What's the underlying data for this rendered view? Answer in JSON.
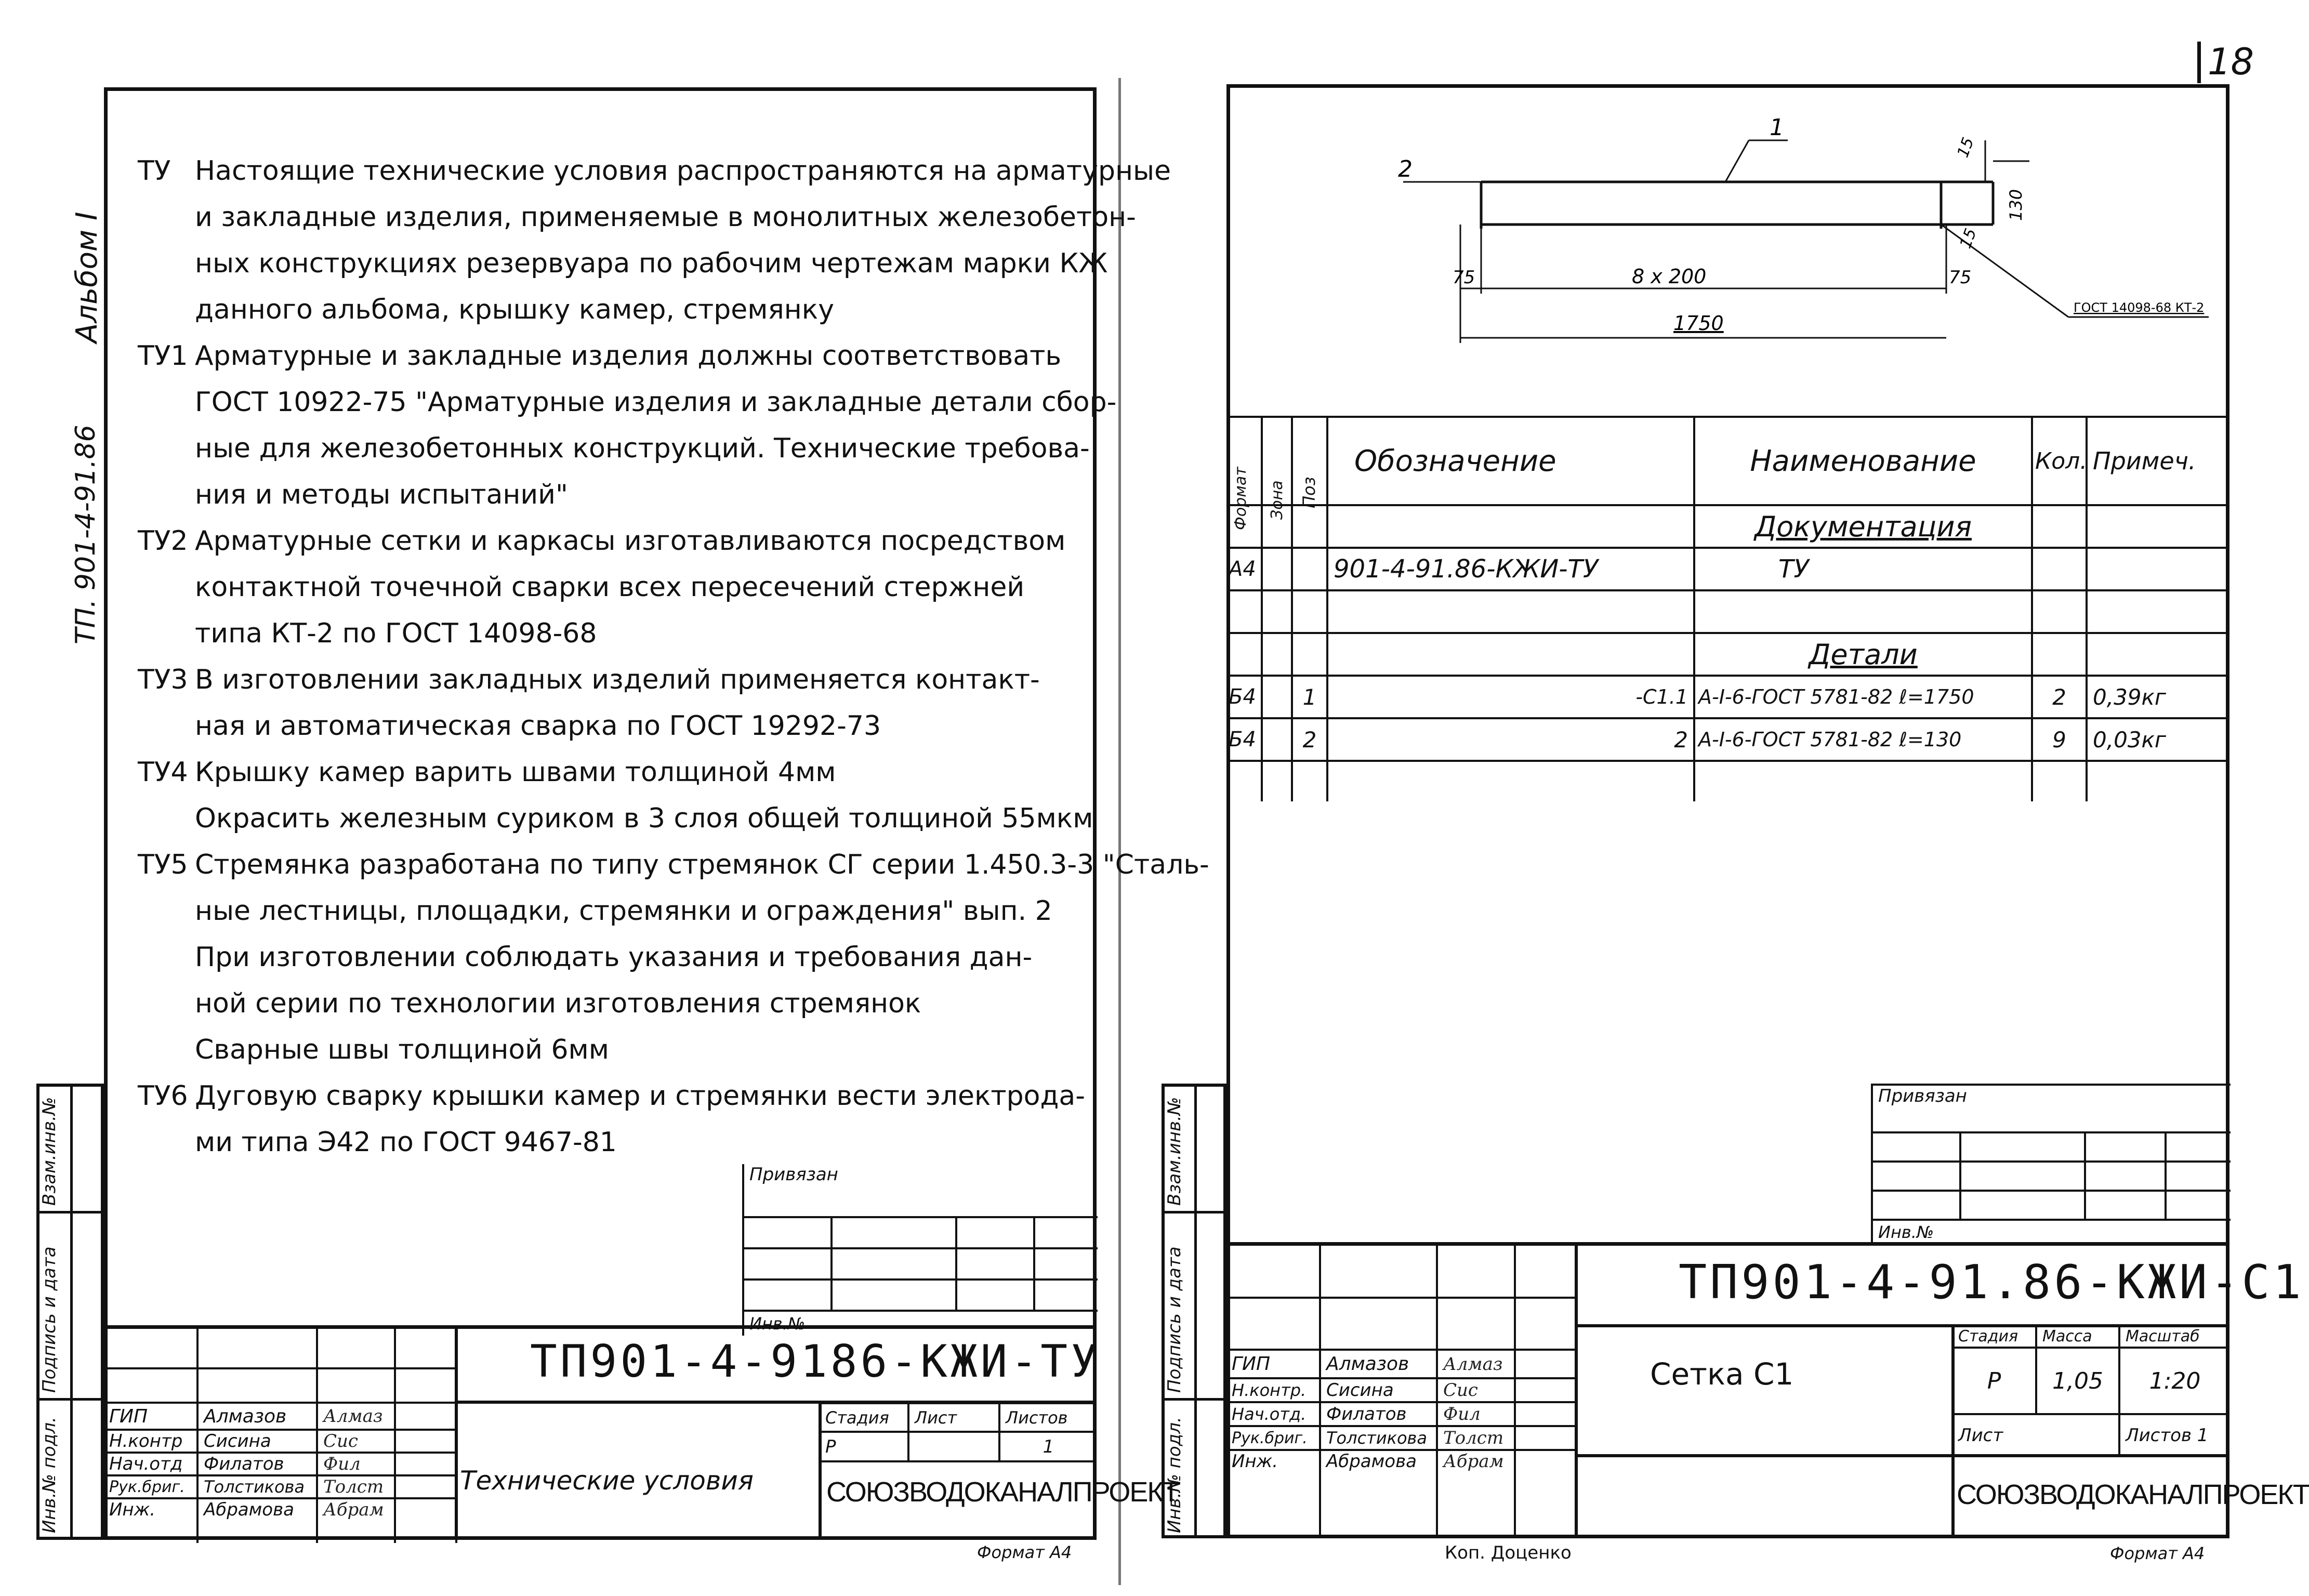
{
  "page_number": "18",
  "left_sheet": {
    "side_label": {
      "album": "Альбом I",
      "code": "ТП. 901-4-91.86"
    },
    "stamp_side": [
      "Инв.№ подл.",
      "Подпись и дата",
      "Взам.инв.№"
    ],
    "tu": [
      {
        "code": "ТУ",
        "text": "Настоящие технические условия распространяются на арматурные"
      },
      {
        "code": "",
        "text": "и закладные изделия, применяемые в монолитных железобетон-"
      },
      {
        "code": "",
        "text": "ных конструкциях резервуара по рабочим чертежам марки КЖ"
      },
      {
        "code": "",
        "text": "данного альбома, крышку камер, стремянку"
      },
      {
        "code": "ТУ1",
        "text": "Арматурные и закладные изделия должны соответствовать"
      },
      {
        "code": "",
        "text": "ГОСТ 10922-75 \"Арматурные изделия и закладные детали сбор-"
      },
      {
        "code": "",
        "text": "ные для железобетонных конструкций. Технические требова-"
      },
      {
        "code": "",
        "text": "ния и методы испытаний\""
      },
      {
        "code": "ТУ2",
        "text": "Арматурные сетки и каркасы изготавливаются посредством"
      },
      {
        "code": "",
        "text": "контактной точечной сварки всех пересечений стержней"
      },
      {
        "code": "",
        "text": "типа КТ-2 по ГОСТ 14098-68"
      },
      {
        "code": "ТУ3",
        "text": "В изготовлении закладных изделий применяется контакт-"
      },
      {
        "code": "",
        "text": "ная и автоматическая сварка по ГОСТ 19292-73"
      },
      {
        "code": "ТУ4",
        "text": "Крышку камер варить швами толщиной 4мм"
      },
      {
        "code": "",
        "text": "Окрасить железным суриком в 3 слоя общей толщиной 55мкм"
      },
      {
        "code": "ТУ5",
        "text": "Стремянка разработана по типу стремянок СГ серии 1.450.3-3 \"Сталь-"
      },
      {
        "code": "",
        "text": "ные лестницы, площадки, стремянки и ограждения\" вып. 2"
      },
      {
        "code": "",
        "text": "При изготовлении соблюдать указания и требования дан-"
      },
      {
        "code": "",
        "text": "ной серии по технологии изготовления стремянок"
      },
      {
        "code": "",
        "text": "Сварные швы толщиной 6мм"
      },
      {
        "code": "ТУ6",
        "text": "Дуговую сварку крышки камер и стремянки вести электрода-"
      },
      {
        "code": "",
        "text": "ми типа Э42 по ГОСТ 9467-81"
      }
    ],
    "privyazan": "Привязан",
    "inv": "Инв.№",
    "title_block": {
      "doc_code": "ТП901-4-9186-КЖИ-ТУ",
      "name": "Технические условия",
      "stage_label": "Стадия",
      "sheet_label": "Лист",
      "sheets_label": "Листов",
      "stage": "Р",
      "sheets": "1",
      "org": "СОЮЗВОДОКАНАЛПРОЕКТ",
      "roles": [
        {
          "role": "ГИП",
          "name": "Алмазов",
          "sig": "Алмаз"
        },
        {
          "role": "Н.контр",
          "name": "Сисина",
          "sig": "Сис"
        },
        {
          "role": "Нач.отд",
          "name": "Филатов",
          "sig": "Фил"
        },
        {
          "role": "Рук.бриг.",
          "name": "Толстикова",
          "sig": "Толст"
        },
        {
          "role": "Инж.",
          "name": "Абрамова",
          "sig": "Абрам"
        }
      ]
    },
    "format": "Формат А4"
  },
  "right_sheet": {
    "stamp_side": [
      "Инв.№ подл.",
      "Подпись и дата",
      "Взам.инв.№"
    ],
    "drawing": {
      "pos1": "1",
      "pos2": "2",
      "spacing": "8 x 200",
      "left_end": "75",
      "right_end": "75",
      "length": "1750",
      "dim15a": "15",
      "dim15b": "15",
      "dim130": "130",
      "weld_note": "ГОСТ 14098-68 КТ-2"
    },
    "spec": {
      "headers": [
        "Формат",
        "Зона",
        "Поз",
        "Обозначение",
        "Наименование",
        "Кол.",
        "Примеч."
      ],
      "section_docs": "Документация",
      "section_parts": "Детали",
      "rows": [
        {
          "format": "А4",
          "zone": "",
          "pos": "",
          "designation": "901-4-91.86-КЖИ-ТУ",
          "name": "ТУ",
          "qty": "",
          "note": ""
        },
        {
          "format": "Б4",
          "zone": "",
          "pos": "1",
          "designation": "-С1.1",
          "name": "А-I-6-ГОСТ 5781-82 ℓ=1750",
          "qty": "2",
          "note": "0,39кг"
        },
        {
          "format": "Б4",
          "zone": "",
          "pos": "2",
          "designation": "2",
          "name": "А-I-6-ГОСТ 5781-82 ℓ=130",
          "qty": "9",
          "note": "0,03кг"
        }
      ]
    },
    "privyazan": "Привязан",
    "inv": "Инв.№",
    "title_block": {
      "doc_code": "ТП901-4-91.86-КЖИ-С1",
      "name": "Сетка С1",
      "stage_label": "Стадия",
      "mass_label": "Масса",
      "scale_label": "Масштаб",
      "stage": "Р",
      "mass": "1,05",
      "scale": "1:20",
      "sheet_label": "Лист",
      "sheets_label": "Листов 1",
      "org": "СОЮЗВОДОКАНАЛПРОЕКТ",
      "roles": [
        {
          "role": "ГИП",
          "name": "Алмазов",
          "sig": "Алмаз"
        },
        {
          "role": "Н.контр.",
          "name": "Сисина",
          "sig": "Сис"
        },
        {
          "role": "Нач.отд.",
          "name": "Филатов",
          "sig": "Фил"
        },
        {
          "role": "Рук.бриг.",
          "name": "Толстикова",
          "sig": "Толст"
        },
        {
          "role": "Инж.",
          "name": "Абрамова",
          "sig": "Абрам"
        }
      ]
    },
    "copied_by": "Коп. Доценко",
    "format": "Формат А4"
  }
}
